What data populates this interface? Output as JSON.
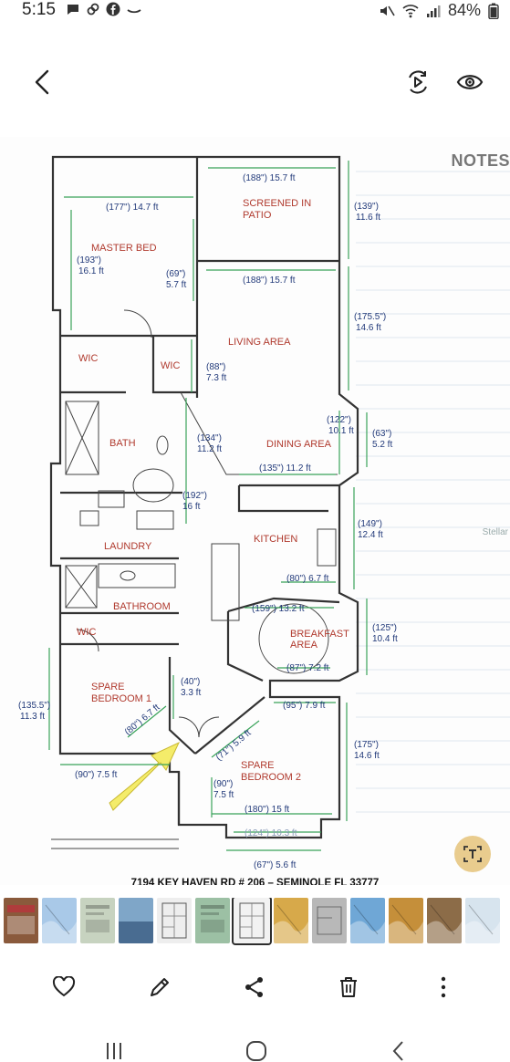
{
  "status": {
    "time": "5:15",
    "battery": "84%"
  },
  "icons": {
    "back": "chevron-left-icon",
    "remaster": "remaster-play-icon",
    "view": "eye-icon",
    "ocr": "text-extract-icon",
    "favorite": "heart-icon",
    "edit": "pencil-icon",
    "share": "share-icon",
    "delete": "trash-icon",
    "more": "more-vertical-icon"
  },
  "notes_label": "NOTES",
  "watermark": "Stellar",
  "caption": "7194 KEY HAVEN RD # 206 – SEMINOLE FL 33777",
  "rooms": {
    "screened_1": "SCREENED IN",
    "screened_2": "PATIO",
    "master": "MASTER BED",
    "living": "LIVING AREA",
    "wic1": "WIC",
    "wic2": "WIC",
    "wic3": "WIC",
    "bath": "BATH",
    "dining": "DINING AREA",
    "kitchen": "KITCHEN",
    "laundry": "LAUNDRY",
    "bathroom": "BATHROOM",
    "breakfast_1": "BREAKFAST",
    "breakfast_2": "AREA",
    "spare1_1": "SPARE",
    "spare1_2": "BEDROOM 1",
    "spare2_1": "SPARE",
    "spare2_2": "BEDROOM 2"
  },
  "dims": {
    "patio_w": "(188\") 15.7 ft",
    "patio_h_in": "(139\")",
    "patio_h_ft": "11.6 ft",
    "master_w": "(177\") 14.7 ft",
    "master_h_in": "(193\")",
    "master_h_ft": "16.1 ft",
    "closet_in": "(69\")",
    "closet_ft": "5.7 ft",
    "living_w": "(188\") 15.7 ft",
    "living_h_in": "(175.5\")",
    "living_h_ft": "14.6 ft",
    "wic_in": "(88\")",
    "wic_ft": "7.3 ft",
    "dining_h_in": "(122\")",
    "dining_h_ft": "10.1 ft",
    "bay_in": "(63\")",
    "bay_ft": "5.2 ft",
    "bath_in": "(134\")",
    "bath_ft": "11.2 ft",
    "dining_w": "(135\") 11.2 ft",
    "hall_in": "(192\")",
    "hall_ft": "16 ft",
    "kitchen_h_in": "(149\")",
    "kitchen_h_ft": "12.4 ft",
    "kitchen_w": "(80\") 6.7 ft",
    "breakfast_w": "(159\") 13.2 ft",
    "breakfast_h_in": "(125\")",
    "breakfast_h_ft": "10.4 ft",
    "breakfast_bottom": "(87\") 7.2 ft",
    "spare1_h_in": "(135.5\")",
    "spare1_h_ft": "11.3 ft",
    "entry_in": "(40\")",
    "entry_ft": "3.3 ft",
    "spare1_diag": "(80\") 6.7 ft",
    "spare2_top": "(95\") 7.9 ft",
    "spare2_diag": "(71\") 5.9 ft",
    "spare2_h_in": "(175\")",
    "spare2_h_ft": "14.6 ft",
    "spare1_w": "(90\") 7.5 ft",
    "spare2_small_in": "(90\")",
    "spare2_small_ft": "7.5 ft",
    "spare2_w": "(180\") 15 ft",
    "spare2_bay": "(124\") 10.3 ft",
    "spare2_bottom": "(67\") 5.6 ft"
  },
  "thumbnails": [
    {
      "icon": "photo-thumbnail",
      "color": "#8a5a3c",
      "selected": false
    },
    {
      "icon": "map-thumbnail",
      "color": "#a9c9e8",
      "selected": false
    },
    {
      "icon": "document-thumbnail",
      "color": "#c7d3c0",
      "selected": false
    },
    {
      "icon": "ocean-thumbnail",
      "color": "#7fa6c8",
      "selected": false
    },
    {
      "icon": "floorplan-thumbnail",
      "color": "#eeeeee",
      "selected": false
    },
    {
      "icon": "document-thumbnail",
      "color": "#9cc0a4",
      "selected": false
    },
    {
      "icon": "floorplan-thumbnail",
      "color": "#f2f2f2",
      "selected": true
    },
    {
      "icon": "map-thumbnail",
      "color": "#d7a94a",
      "selected": false
    },
    {
      "icon": "sketch-thumbnail",
      "color": "#b8b8b8",
      "selected": false
    },
    {
      "icon": "map-thumbnail",
      "color": "#6fa7d6",
      "selected": false
    },
    {
      "icon": "map-thumbnail",
      "color": "#c58f3a",
      "selected": false
    },
    {
      "icon": "map-thumbnail",
      "color": "#8c6c48",
      "selected": false
    },
    {
      "icon": "map-thumbnail",
      "color": "#d7e4ee",
      "selected": false
    }
  ]
}
